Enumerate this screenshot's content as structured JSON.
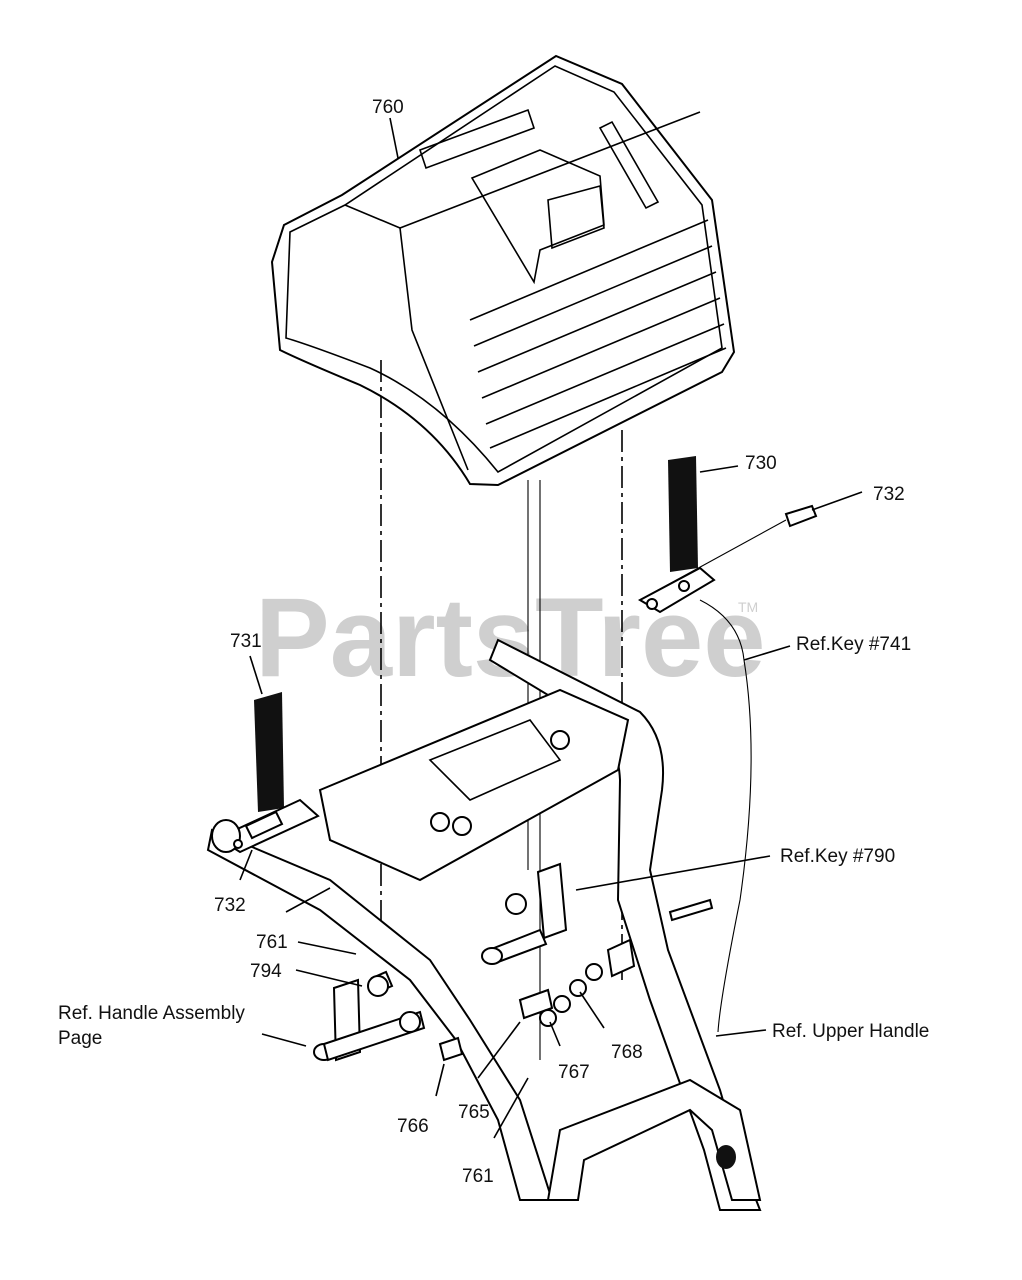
{
  "watermark": {
    "text": "PartsTree",
    "trademark": "TM"
  },
  "callouts": {
    "c760": "760",
    "c730": "730",
    "c732_top": "732",
    "c741": "Ref.Key #741",
    "c731": "731",
    "c732_left": "732",
    "c790": "Ref.Key #790",
    "c761_upper": "761",
    "c794": "794",
    "c_handle_line1": "Ref. Handle Assembly",
    "c_handle_line2": "Page",
    "c_upper_handle": "Ref. Upper Handle",
    "c766": "766",
    "c765": "765",
    "c767": "767",
    "c768": "768",
    "c761_lower": "761"
  }
}
